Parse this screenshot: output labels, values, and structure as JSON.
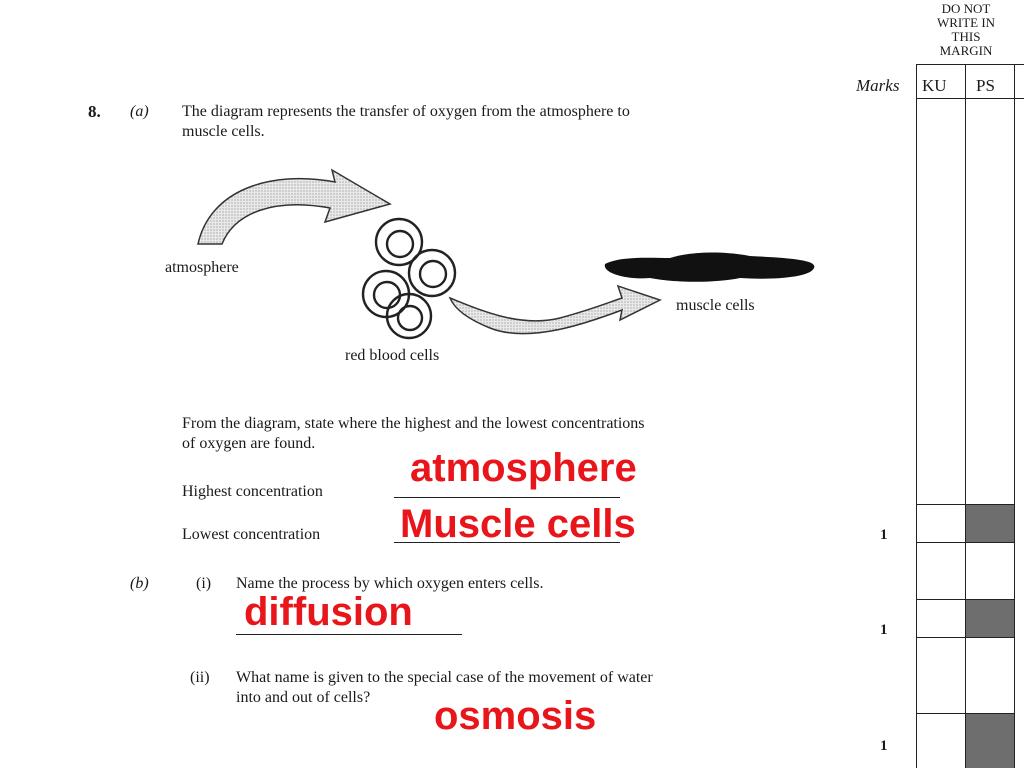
{
  "margin": {
    "notice": "DO NOT WRITE IN THIS MARGIN",
    "notice_lines": [
      "DO NOT",
      "WRITE IN",
      "THIS",
      "MARGIN"
    ],
    "marks_label": "Marks",
    "col_ku": "KU",
    "col_ps": "PS"
  },
  "question": {
    "number": "8.",
    "part_a": "(a)",
    "intro_line1": "The diagram represents the transfer of oxygen from the atmosphere to",
    "intro_line2": "muscle cells.",
    "diagram": {
      "label_atmosphere": "atmosphere",
      "label_rbc": "red blood cells",
      "label_muscle": "muscle cells"
    },
    "prompt_line1": "From the diagram, state where the highest and the lowest concentrations",
    "prompt_line2": "of oxygen are found.",
    "highest_label": "Highest concentration",
    "lowest_label": "Lowest concentration",
    "part_b": "(b)",
    "b_i_num": "(i)",
    "b_i_text": "Name the process by which oxygen enters cells.",
    "b_ii_num": "(ii)",
    "b_ii_line1": "What name is given to the special case of the movement of water",
    "b_ii_line2": "into and out of cells?"
  },
  "answers": {
    "highest": "atmosphere",
    "lowest": "Muscle cells",
    "process": "diffusion",
    "water": "osmosis"
  },
  "marks": [
    "1",
    "1",
    "1"
  ],
  "colors": {
    "answer": "#e8151b",
    "ink": "#1a1a1a",
    "shade": "#6e6e6e"
  }
}
